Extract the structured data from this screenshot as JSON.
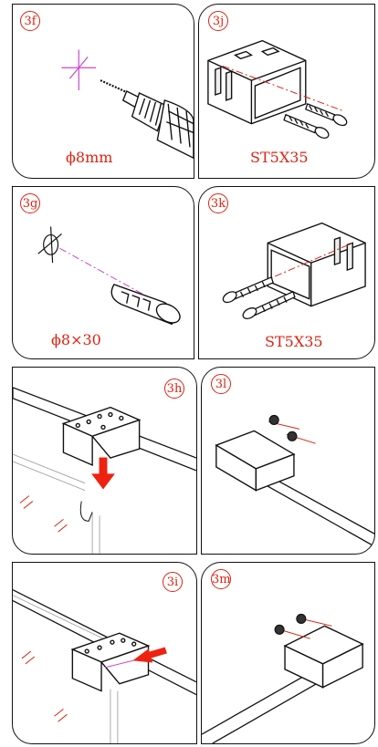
{
  "steps": {
    "f": {
      "badge": "3f",
      "caption": "ϕ8mm"
    },
    "j": {
      "badge": "3j",
      "caption": "ST5X35"
    },
    "g": {
      "badge": "3g",
      "caption": "ϕ8×30"
    },
    "k": {
      "badge": "3k",
      "caption": "ST5X35"
    },
    "h": {
      "badge": "3h"
    },
    "l": {
      "badge": "3l"
    },
    "i": {
      "badge": "3i"
    },
    "m": {
      "badge": "3m"
    }
  },
  "colors": {
    "accent": "#dd2211",
    "line": "#111111",
    "guide": "#cc44cc"
  },
  "icons": [
    "drill-icon",
    "wall-plug-icon",
    "screw-icon",
    "bracket-icon",
    "arrow-down-icon"
  ]
}
